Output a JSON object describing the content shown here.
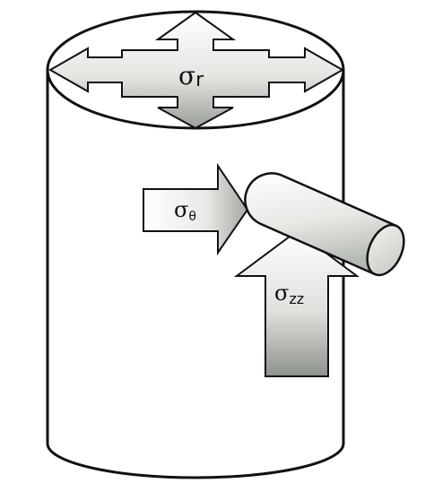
{
  "labels": {
    "sigma_r": {
      "symbol": "σ",
      "subscript": "r"
    },
    "sigma_theta": {
      "symbol": "σ",
      "subscript": "θ"
    },
    "sigma_zz": {
      "symbol": "σ",
      "subscript": "zz"
    }
  },
  "colors": {
    "outline": "#111111",
    "arrow_light": "#ffffff",
    "arrow_dark": "#9a9e98",
    "background": "#ffffff"
  }
}
